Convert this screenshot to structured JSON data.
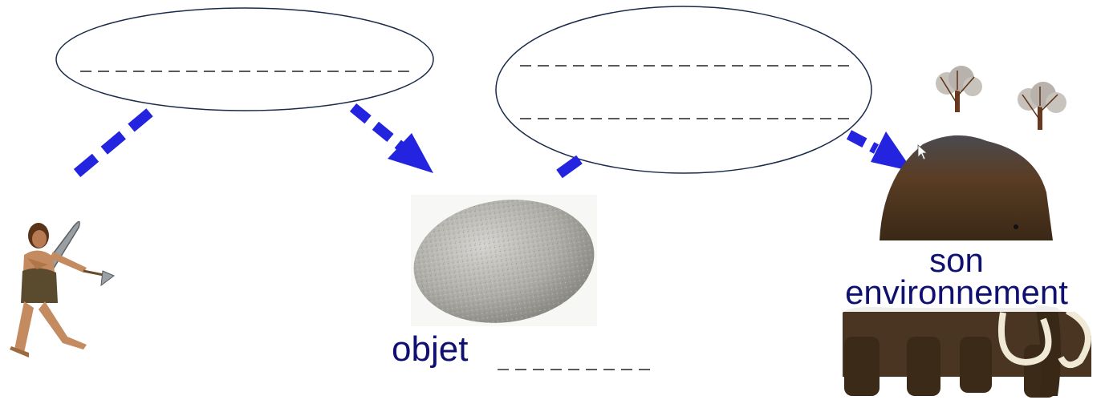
{
  "diagram": {
    "labels": {
      "objet": "objet",
      "environment_line1": "son",
      "environment_line2": "environnement"
    },
    "nodes": [
      {
        "name": "caveman-figure",
        "kind": "image",
        "depicts": "prehistoric hunter holding a club"
      },
      {
        "name": "stone-object",
        "kind": "image",
        "depicts": "grey rounded pebble"
      },
      {
        "name": "mammoth-environment",
        "kind": "image",
        "depicts": "woolly mammoth with trees"
      }
    ],
    "answer_bubbles": [
      {
        "name": "bubble-left",
        "blank_lines": 1
      },
      {
        "name": "bubble-right",
        "blank_lines": 2
      }
    ],
    "colors": {
      "arrow": "#2424e0",
      "label_text": "#101070",
      "bubble_stroke": "#1a2a4a",
      "stone": "#a9a9a4",
      "mammoth": "#4a3522"
    }
  }
}
